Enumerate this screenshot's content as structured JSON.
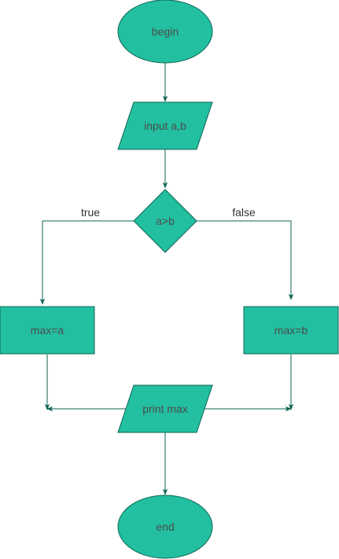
{
  "diagram": {
    "colors": {
      "node_fill": "#22bfa0",
      "node_stroke": "#0e6655",
      "edge": "#0e6655",
      "node_text": "#4d4d4d",
      "edge_text": "#333333"
    },
    "nodes": {
      "begin": {
        "label": "begin",
        "shape": "ellipse"
      },
      "input": {
        "label": "input a,b",
        "shape": "parallelogram"
      },
      "decision": {
        "label": "a>b",
        "shape": "diamond"
      },
      "max_a": {
        "label": "max=a",
        "shape": "rectangle"
      },
      "max_b": {
        "label": "max=b",
        "shape": "rectangle"
      },
      "print": {
        "label": "print max",
        "shape": "parallelogram"
      },
      "end": {
        "label": "end",
        "shape": "ellipse"
      }
    },
    "edges": {
      "true_label": "true",
      "false_label": "false"
    }
  }
}
